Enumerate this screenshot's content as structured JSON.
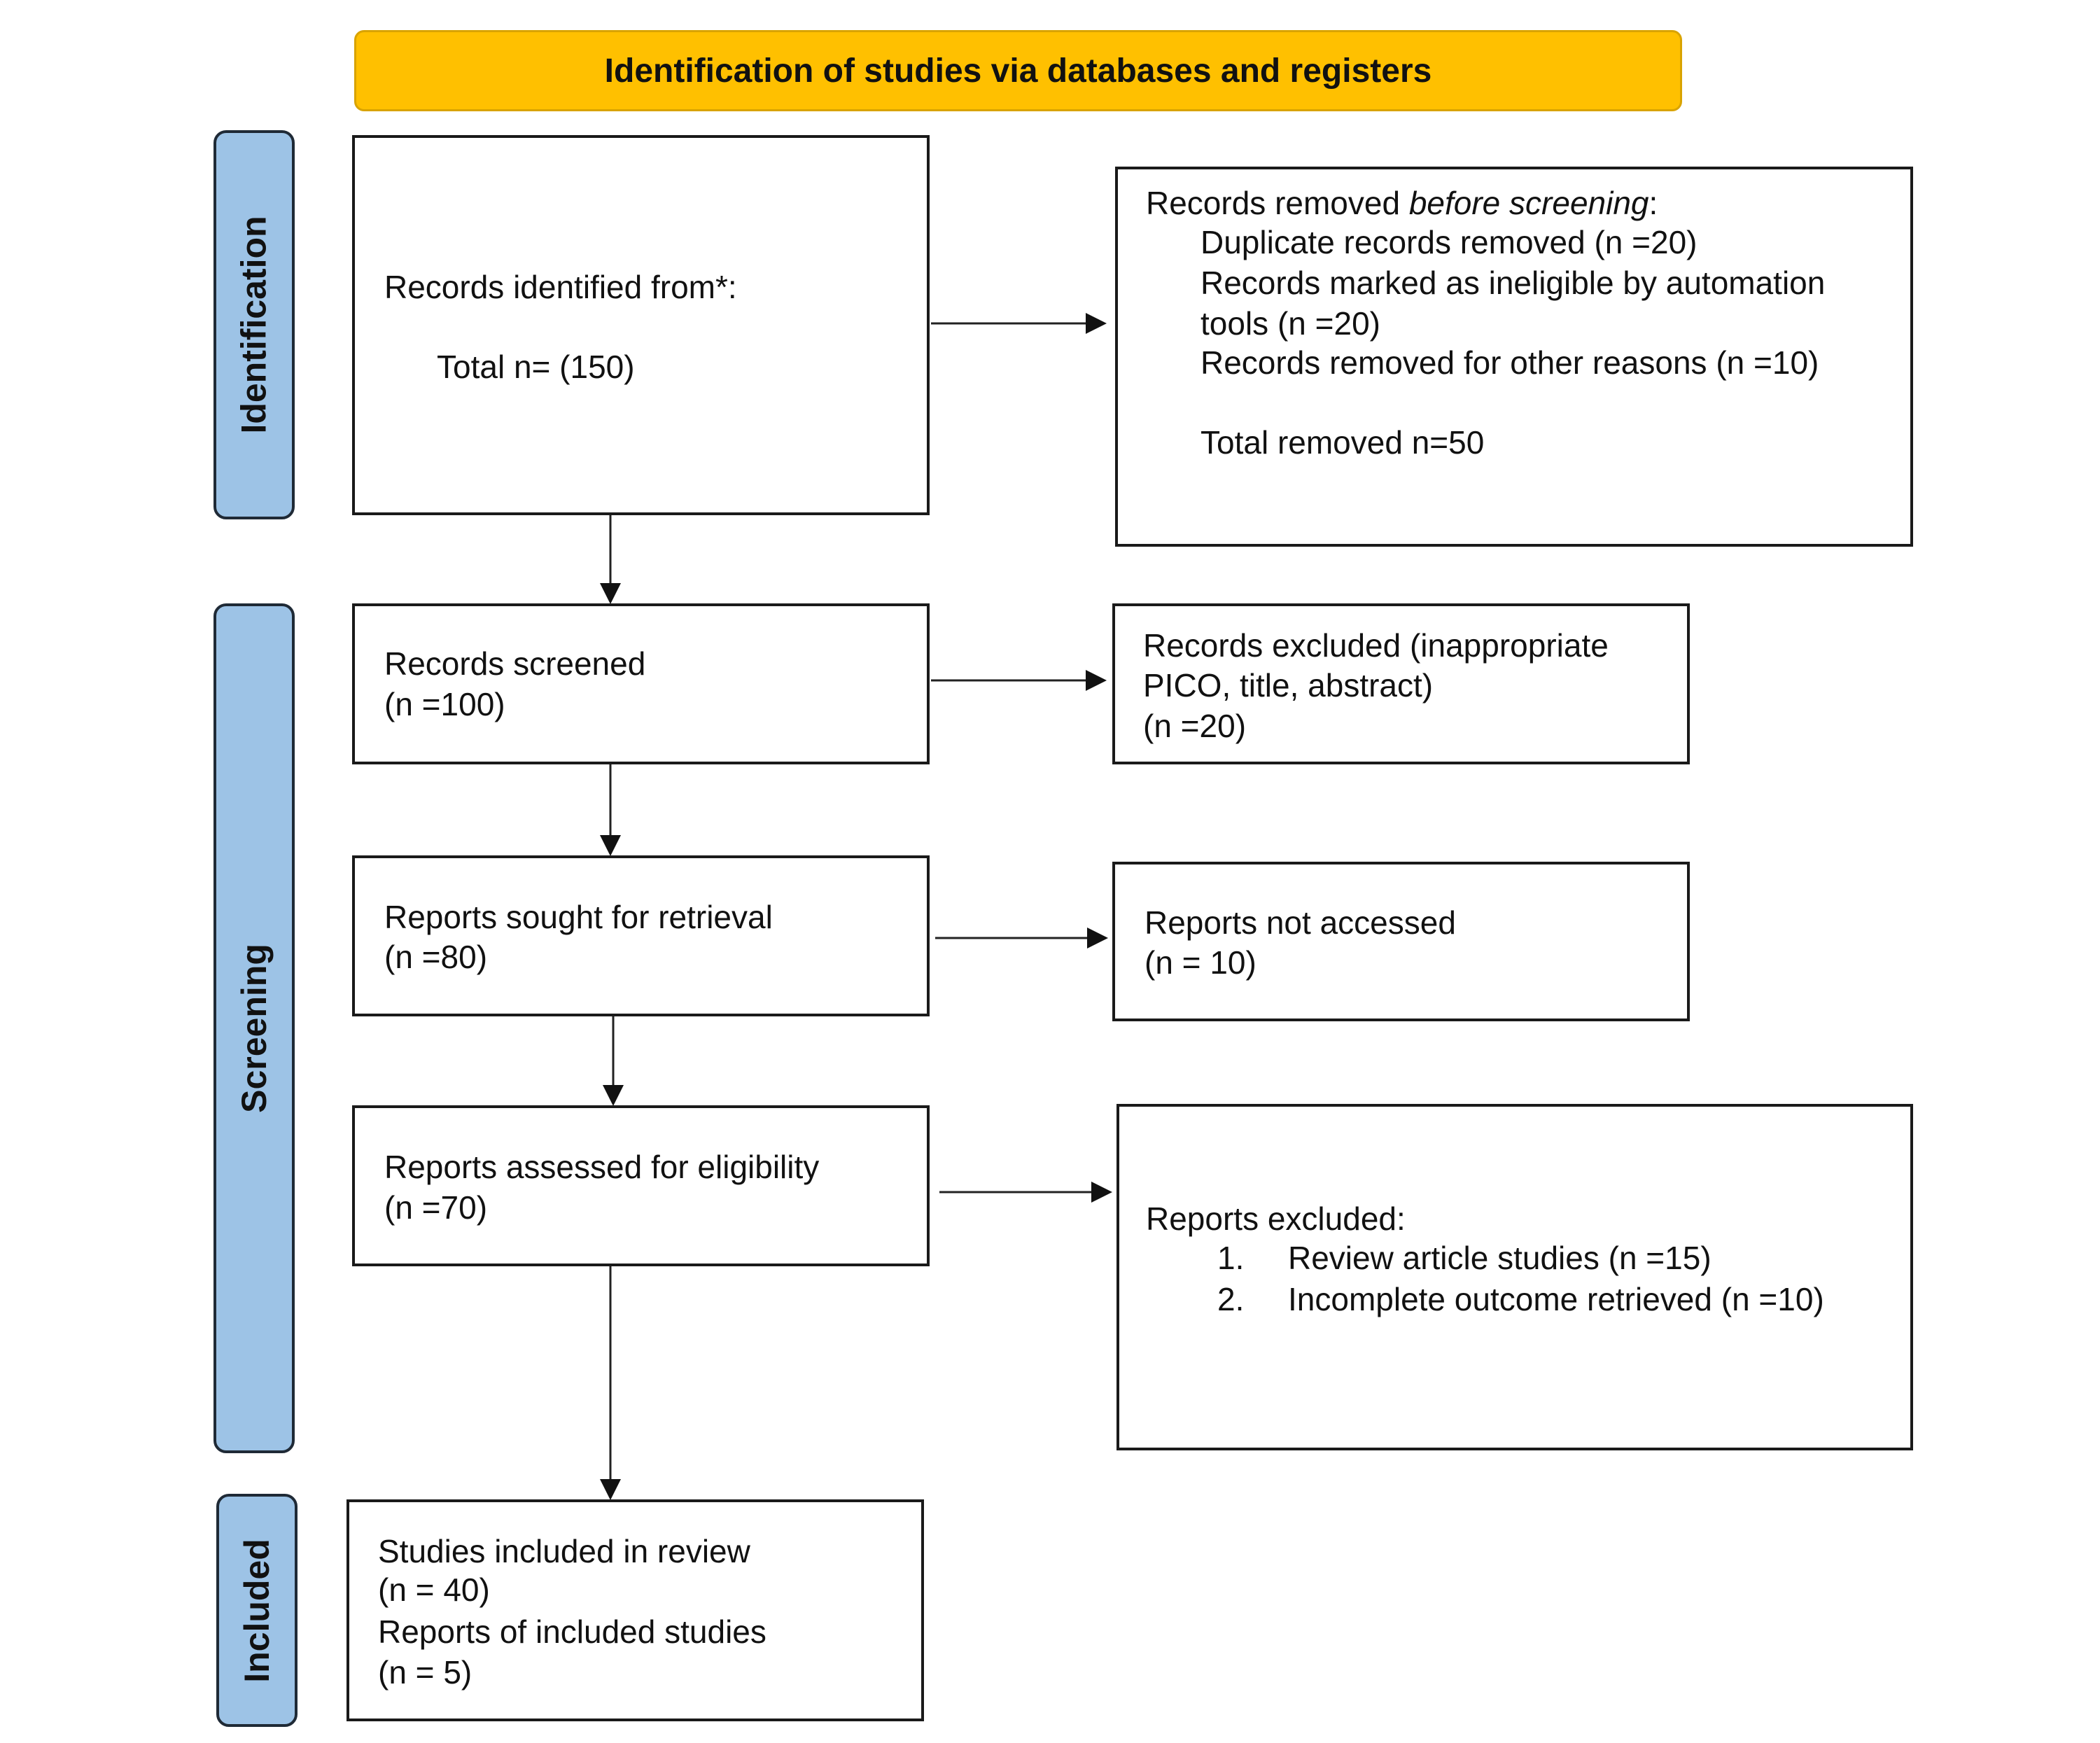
{
  "banner": {
    "title": "Identification of studies via databases and registers",
    "color": "#ffc000"
  },
  "phases": {
    "identification": "Identification",
    "screening": "Screening",
    "included": "Included",
    "color": "#9dc3e6"
  },
  "identified": {
    "heading": "Records identified from*:",
    "total": "Total n= (150)"
  },
  "removed": {
    "heading_prefix": "Records removed ",
    "heading_italic": "before screening",
    "heading_suffix": ":",
    "lines": [
      "Duplicate records removed (n =20)",
      "Records marked as ineligible by automation",
      "tools (n =20)",
      "Records removed for other reasons (n =10)"
    ],
    "total": "Total removed n=50"
  },
  "screened": {
    "label": "Records screened",
    "count": "(n =100)"
  },
  "excluded": {
    "lines": [
      "Records excluded (inappropriate",
      "PICO, title, abstract)",
      "(n =20)"
    ]
  },
  "sought": {
    "label": "Reports sought for retrieval",
    "count": "(n =80)"
  },
  "not_accessed": {
    "label": "Reports not accessed",
    "count": "(n = 10)"
  },
  "assessed": {
    "label": "Reports assessed for eligibility",
    "count": "(n =70)"
  },
  "reports_excluded": {
    "heading": "Reports excluded:",
    "items": [
      {
        "num": "1.",
        "text": "Review article studies (n =15)"
      },
      {
        "num": "2.",
        "text": "Incomplete outcome retrieved (n =10)"
      }
    ]
  },
  "included": {
    "lines": [
      "Studies included in review",
      "(n = 40)",
      "Reports of included studies",
      "(n = 5)"
    ]
  }
}
